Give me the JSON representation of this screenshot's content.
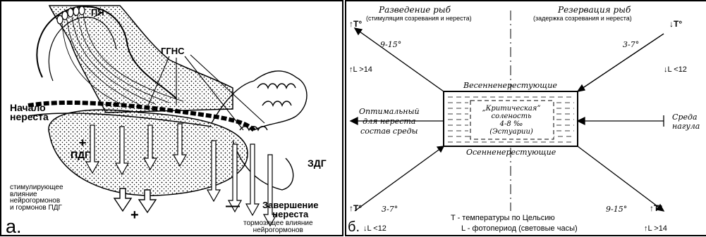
{
  "panel_a": {
    "letter": "а.",
    "label_pya": "ПЯ",
    "label_ggns": "ГГНС",
    "label_start": "Начало\nнереста",
    "label_pdg": "ПДГ",
    "label_zdg": "ЗДГ",
    "plus_upper": "+",
    "plus_lower": "+",
    "minus": "—",
    "stim_text": "стимулирующее\nвлияние\nнейрогормонов\nи гормонов ПДГ",
    "end_text": "Завершение\nнереста",
    "inhib_text": "тормозящее влияние\nнейрогормонов"
  },
  "panel_b": {
    "letter": "б.",
    "top_left_title": "Разведение рыб",
    "top_left_sub": "(стимуляция созревания и нереста)",
    "top_right_title": "Резервация рыб",
    "top_right_sub": "(задержка созревания и нереста)",
    "t_sym": "T°",
    "temp_9_15": "9-15°",
    "temp_3_7": "3-7°",
    "l_gt14": "L >14",
    "l_lt12": "L <12",
    "spring": "Весенненерестующие",
    "autumn": "Осенненерестующие",
    "critical": "„Критическая”\nсоленость\n4-8 ‰\n(Эстуарии)",
    "optimal": "Оптимальный\nдля нереста\nсостав среды",
    "feeding": "Среда\nнагула",
    "legend_t": "T - температуры по Цельсию",
    "legend_l": "L - фотопериод (световые часы)"
  }
}
